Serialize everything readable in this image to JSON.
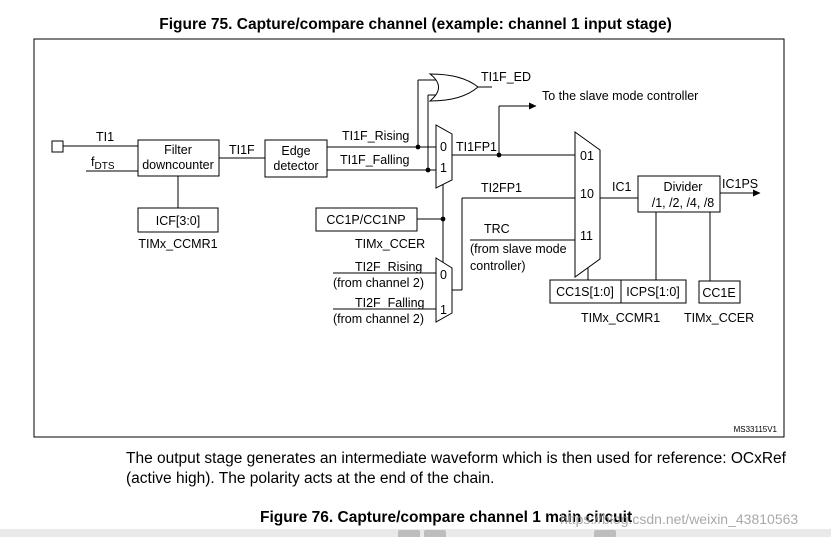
{
  "figure": {
    "title": "Figure 75. Capture/compare channel (example: channel 1 input stage)",
    "code": "MS33115V1",
    "signals": {
      "ti1": "TI1",
      "fdts_main": "f",
      "fdts_sub": "DTS",
      "ti1f": "TI1F",
      "ti1f_rising": "TI1F_Rising",
      "ti1f_falling": "TI1F_Falling",
      "ti1f_ed": "TI1F_ED",
      "slave_mode": "To the slave mode controller",
      "ti1fp1": "TI1FP1",
      "ti2fp1": "TI2FP1",
      "trc": "TRC",
      "trc_note_1": "(from slave mode",
      "trc_note_2": "controller)",
      "ic1": "IC1",
      "ic1ps": "IC1PS",
      "ti2f_rising": "TI2F_Rising",
      "ti2f_falling": "TI2F_Falling",
      "from_ch2": "(from channel 2)"
    },
    "blocks": {
      "filter_1": "Filter",
      "filter_2": "downcounter",
      "edge_1": "Edge",
      "edge_2": "detector",
      "icf": "ICF[3:0]",
      "ccmr1": "TIMx_CCMR1",
      "cc1p": "CC1P/CC1NP",
      "ccer": "TIMx_CCER",
      "divider_1": "Divider",
      "divider_2": "/1, /2, /4, /8",
      "cc1s": "CC1S[1:0]",
      "icps": "ICPS[1:0]",
      "cc1e": "CC1E",
      "ccmr1_b": "TIMx_CCMR1",
      "ccer_b": "TIMx_CCER"
    },
    "mux": {
      "sel0": "0",
      "sel1": "1",
      "in01": "01",
      "in10": "10",
      "in11": "11"
    }
  },
  "paragraph": "The output stage generates an intermediate waveform which is then used for reference: OCxRef (active high). The polarity acts at the end of the chain.",
  "next_figure_title": "Figure 76. Capture/compare channel 1 main circuit",
  "watermark": "https://blog.csdn.net/weixin_43810563"
}
